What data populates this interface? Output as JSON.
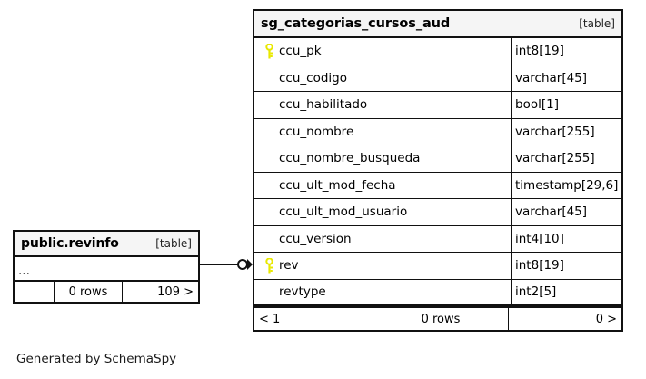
{
  "diagram": {
    "caption": "Generated by SchemaSpy",
    "kind_label": "[table]"
  },
  "main_table": {
    "name": "sg_categorias_cursos_aud",
    "kind": "[table]",
    "columns": [
      {
        "name": "ccu_pk",
        "type": "int8[19]",
        "key": "primary-key-icon"
      },
      {
        "name": "ccu_codigo",
        "type": "varchar[45]",
        "key": ""
      },
      {
        "name": "ccu_habilitado",
        "type": "bool[1]",
        "key": ""
      },
      {
        "name": "ccu_nombre",
        "type": "varchar[255]",
        "key": ""
      },
      {
        "name": "ccu_nombre_busqueda",
        "type": "varchar[255]",
        "key": ""
      },
      {
        "name": "ccu_ult_mod_fecha",
        "type": "timestamp[29,6]",
        "key": ""
      },
      {
        "name": "ccu_ult_mod_usuario",
        "type": "varchar[45]",
        "key": ""
      },
      {
        "name": "ccu_version",
        "type": "int4[10]",
        "key": ""
      },
      {
        "name": "rev",
        "type": "int8[19]",
        "key": "primary-key-icon"
      },
      {
        "name": "revtype",
        "type": "int2[5]",
        "key": ""
      }
    ],
    "footer": {
      "prev": "< 1",
      "rows": "0 rows",
      "next": "0 >"
    }
  },
  "ref_table": {
    "name": "public.revinfo",
    "kind": "[table]",
    "body": "...",
    "footer": {
      "prev": "",
      "rows": "0 rows",
      "next": "109 >"
    }
  },
  "relationship": {
    "from": "public.revinfo",
    "to": "sg_categorias_cursos_aud",
    "source_cardinality": "zero-or-one-circle",
    "target_cardinality": "crows-foot-many"
  },
  "colors": {
    "key_yellow": "#e8e800",
    "border": "#111111",
    "header_bg": "#f5f5f5",
    "page_bg": "#ffffff"
  }
}
